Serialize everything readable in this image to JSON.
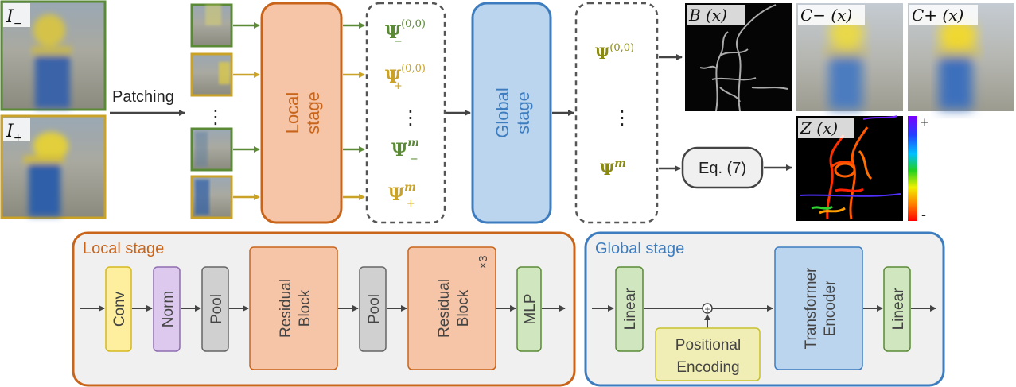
{
  "colors": {
    "green": "#5a8a35",
    "gold": "#c9a227",
    "orange": "#c8651b",
    "orange_fill": "#f6c4a6",
    "blue": "#3d7dbf",
    "blue_fill": "#bcd5ee",
    "gray_fill": "#f0f0f0",
    "gray_box": "#d0d0d0",
    "yellow_box": "#fdef9e",
    "purple_box": "#ddc9ee",
    "green_box": "#cfe6be",
    "olive": "#8a8a10"
  },
  "inputs": {
    "i_minus": "I",
    "i_minus_sub": "−",
    "i_plus": "I",
    "i_plus_sub": "+",
    "patching_label": "Patching",
    "patch_dots": "⋮"
  },
  "top_pipeline": {
    "local_stage_label": [
      "Local",
      "stage"
    ],
    "global_stage_label": [
      "Global",
      "stage"
    ],
    "psi_symbol": "Ψ",
    "psi_minus_00_sub": "−",
    "psi_minus_00_sup": "(0,0)",
    "psi_plus_00_sub": "+",
    "psi_plus_00_sup": "(0,0)",
    "psi_minus_m_sub": "−",
    "psi_minus_m_sup": "m",
    "psi_plus_m_sub": "+",
    "psi_plus_m_sup": "m",
    "psi_00_sup": "(0,0)",
    "psi_m_sup": "m",
    "dots": "⋮",
    "eq_label": "Eq. (7)"
  },
  "outputs": {
    "b_label": "B (x)",
    "c_minus_label": "C− (x)",
    "c_plus_label": "C+ (x)",
    "z_label": "Z (x)",
    "colorbar_plus": "+",
    "colorbar_minus": "-"
  },
  "local_stage_panel": {
    "title": "Local stage",
    "blocks": [
      "Conv",
      "Norm",
      "Pool",
      "Residual Block",
      "Pool",
      "Residual Block",
      "MLP"
    ],
    "repeat_label": "×3"
  },
  "global_stage_panel": {
    "title": "Global stage",
    "linear_1": "Linear",
    "positional_encoding": [
      "Positional",
      "Encoding"
    ],
    "transformer_encoder": [
      "Transformer",
      "Encoder"
    ],
    "linear_2": "Linear",
    "plus_symbol": "+"
  }
}
